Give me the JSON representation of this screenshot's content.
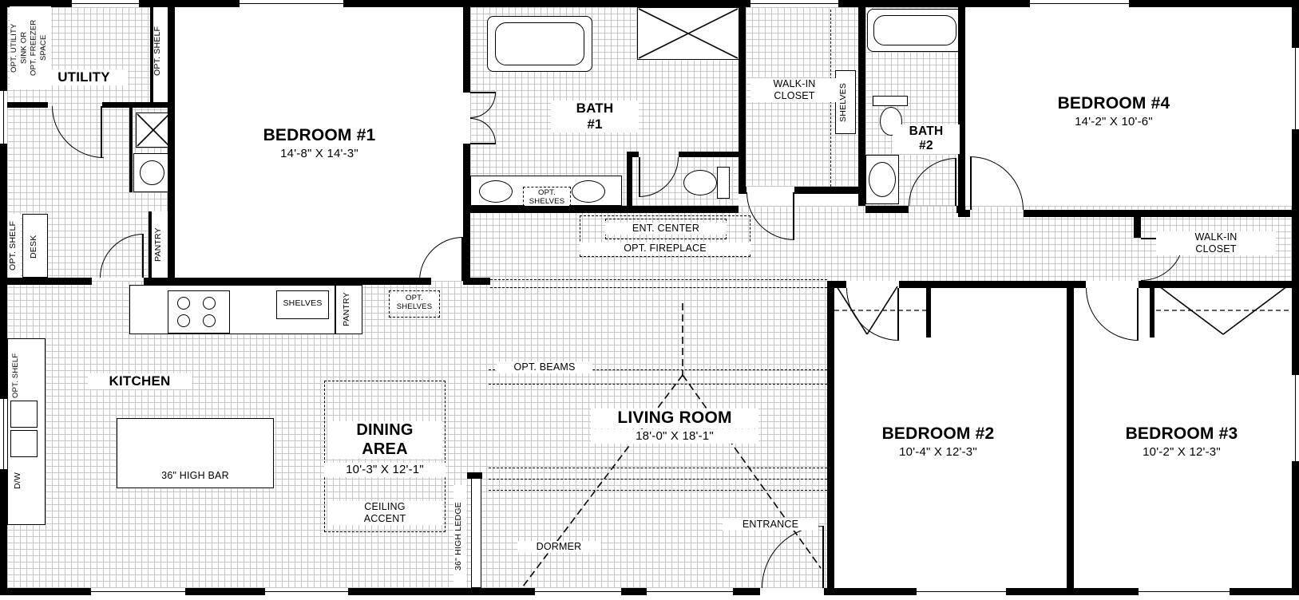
{
  "labels": {
    "utility": "UTILITY",
    "opt_utility_sink": "OPT. UTILITY\nSINK OR\nOPT. FREEZER\nSPACE",
    "opt_shelf": "OPT. SHELF",
    "desk": "DESK",
    "pantry": "PANTRY",
    "bedroom1_name": "BEDROOM #1",
    "bedroom1_dims": "14'-8\" X 14'-3\"",
    "bath1": "BATH\n#1",
    "walkin_closet": "WALK-IN\nCLOSET",
    "shelves": "SHELVES",
    "bath2": "BATH\n#2",
    "bedroom4_name": "BEDROOM #4",
    "bedroom4_dims": "14'-2\" X 10'-6\"",
    "opt_shelves": "OPT.\nSHELVES",
    "ent_center": "ENT. CENTER",
    "opt_fireplace": "OPT. FIREPLACE",
    "kitchen": "KITCHEN",
    "dw": "D/W",
    "high_bar": "36\" HIGH BAR",
    "dining": "DINING\nAREA",
    "dining_dims": "10'-3\" X 12'-1\"",
    "ceiling_accent": "CEILING\nACCENT",
    "opt_beams": "OPT. BEAMS",
    "living_name": "LIVING ROOM",
    "living_dims": "18'-0\" X 18'-1\"",
    "high_ledge": "36\" HIGH LEDGE",
    "dormer": "DORMER",
    "entrance": "ENTRANCE",
    "bedroom2_name": "BEDROOM #2",
    "bedroom2_dims": "10'-4\" X 12'-3\"",
    "bedroom3_name": "BEDROOM #3",
    "bedroom3_dims": "10'-2\" X 12'-3\""
  },
  "colors": {
    "wall": "#000000",
    "grid_line": "#c6c6c6",
    "floor": "#ffffff"
  }
}
